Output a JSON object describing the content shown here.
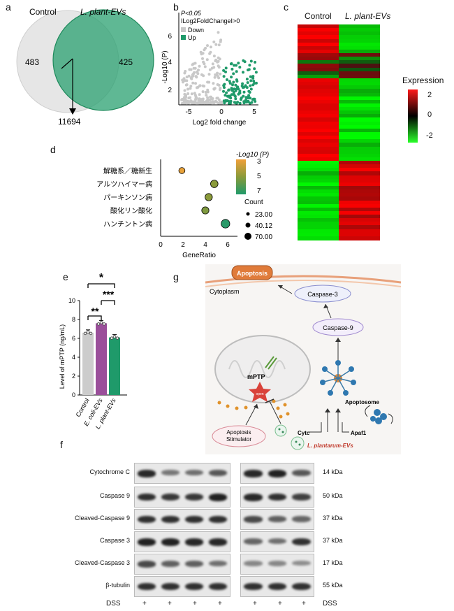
{
  "panel_labels": {
    "a": "a",
    "b": "b",
    "c": "c",
    "d": "d",
    "e": "e",
    "f": "f",
    "g": "g"
  },
  "colors": {
    "gray": "#cccccc",
    "green": "#1f9a6a",
    "purple": "#9a4f9a",
    "orange": "#e8a23a"
  },
  "venn": {
    "left_label": "Control",
    "right_label": "L. plant-EVs",
    "left_only": "483",
    "right_only": "425",
    "overlap": "11694"
  },
  "volcano": {
    "annotation_1": "P<0.05",
    "annotation_2": "ILog2FoldChangeI>0",
    "legend_down": "Down",
    "legend_up": "Up",
    "xlabel": "Log2 fold change",
    "ylabel": "-Log10 (P)",
    "xticks": [
      "-5",
      "0",
      "5"
    ],
    "yticks": [
      "2",
      "4",
      "6"
    ]
  },
  "heatmap": {
    "col_left": "Control",
    "col_right": "L. plant-EVs",
    "legend_title": "Expression",
    "legend_ticks": [
      "2",
      "0",
      "-2"
    ]
  },
  "chart_data": [
    {
      "type": "scatter",
      "title": "",
      "xlabel": "GeneRatio",
      "ylabel": "",
      "xlim": [
        0,
        6.5
      ],
      "xticks": [
        "0",
        "2",
        "4",
        "6"
      ],
      "color_legend_title": "-Log10 (P)",
      "color_legend_ticks": [
        "3",
        "5",
        "7"
      ],
      "size_legend_title": "Count",
      "size_legend_values": [
        "23.00",
        "40.12",
        "70.00"
      ],
      "categories": [
        "解糖系／糖新生",
        "アルツハイマー病",
        "パーキンソン病",
        "酸化リン酸化",
        "ハンチントン病"
      ],
      "x": [
        1.9,
        4.8,
        4.3,
        4.0,
        5.8
      ],
      "color": [
        "#e8a23a",
        "#8a9a3a",
        "#8a9a3a",
        "#7f9a40",
        "#2a9a6a"
      ],
      "size": [
        23,
        45,
        42,
        40,
        70
      ]
    },
    {
      "type": "bar",
      "title": "",
      "xlabel": "",
      "ylabel": "Level of mPTP (ng/mL)",
      "ylim": [
        0,
        10
      ],
      "yticks": [
        "0",
        "2",
        "4",
        "6",
        "8",
        "10"
      ],
      "categories": [
        "Control",
        "E. coli-EVs",
        "L. plant-EVs"
      ],
      "values": [
        6.6,
        7.6,
        6.1
      ],
      "significance": [
        "*",
        "**",
        "***"
      ]
    }
  ],
  "pathway": {
    "apoptosis": "Apoptosis",
    "cytoplasm": "Cytoplasm",
    "caspase3": "Caspase-3",
    "caspase9": "Caspase-9",
    "apoptosome": "Apoptosome",
    "mptp": "mPTP",
    "mptp_small": "open",
    "cytc": "Cytc",
    "apaf1": "Apaf1",
    "stimulator_1": "Apoptosis",
    "stimulator_2": "Stimulator",
    "evs": "L. plantarum-EVs"
  },
  "western": {
    "rows": [
      {
        "name": "Cytochrome C",
        "kda": "14 kDa"
      },
      {
        "name": "Caspase 9",
        "kda": "50 kDa"
      },
      {
        "name": "Cleaved-Caspase 9",
        "kda": "37 kDa"
      },
      {
        "name": "Caspase 3",
        "kda": "37 kDa"
      },
      {
        "name": "Cleaved-Caspase 3",
        "kda": "17 kDa"
      },
      {
        "name": "β-tubulin",
        "kda": "55 kDa"
      }
    ],
    "dss_label": "DSS",
    "plus": "+"
  }
}
